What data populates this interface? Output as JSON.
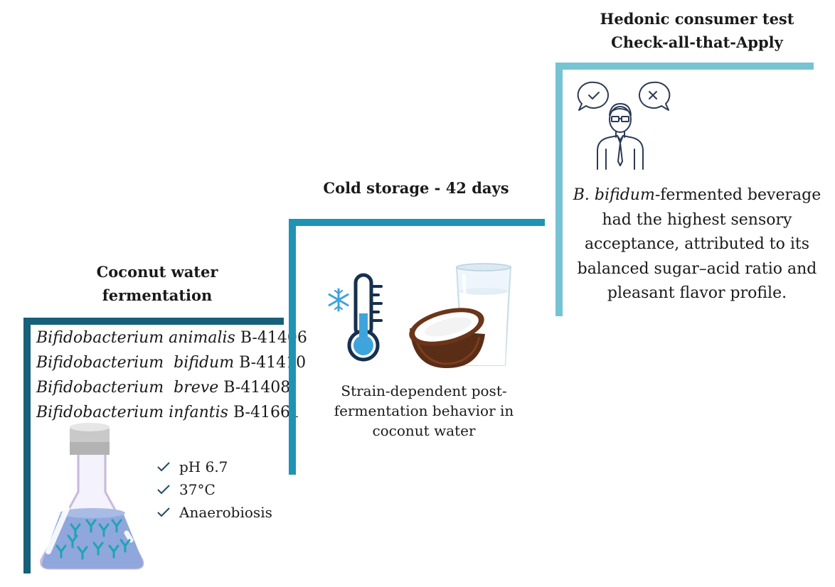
{
  "step1": {
    "title_line1": "Coconut water",
    "title_line2": "fermentation",
    "strains": [
      {
        "genus": "Bifidobacterium",
        "species": "animalis",
        "code": "B-41406"
      },
      {
        "genus": "Bifidobacterium",
        "species": "bifidum",
        "code": "B-41410"
      },
      {
        "genus": "Bifidobacterium",
        "species": "breve",
        "code": "B-41408"
      },
      {
        "genus": "Bifidobacterium",
        "species": "infantis",
        "code": "B-41661"
      }
    ],
    "conditions": [
      "pH 6.7",
      "37°C",
      "Anaerobiosis"
    ],
    "color": "#17607a"
  },
  "step2": {
    "title": "Cold storage - 42 days",
    "caption_line1": "Strain-dependent post-",
    "caption_line2": "fermentation behavior in",
    "caption_line3": "coconut water",
    "color": "#1f93b3"
  },
  "step3": {
    "title_line1": "Hedonic consumer test",
    "title_line2": "Check-all-that-Apply",
    "result_italic": "B. bifidum",
    "result_line1_rest": "-fermented beverage",
    "result_line2": "had the highest sensory",
    "result_line3": "acceptance, attributed to its",
    "result_line4": "balanced sugar–acid ratio and",
    "result_line5": "pleasant flavor profile.",
    "color": "#76c3d3"
  }
}
